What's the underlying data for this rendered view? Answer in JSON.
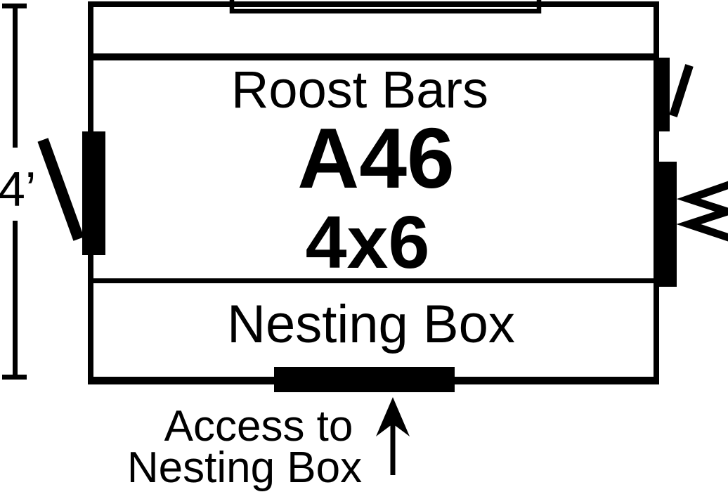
{
  "colors": {
    "ink": "#000000",
    "background": "#ffffff"
  },
  "plan": {
    "unit_id": "A46",
    "unit_size": "4x6",
    "left_dimension": "4’",
    "areas": {
      "roost": "Roost Bars",
      "nesting": "Nesting Box"
    },
    "access_note": {
      "line1": "Access to",
      "line2": "Nesting Box"
    },
    "symbols": {
      "left_wall_opening": "door-with-swing",
      "right_wall_opening_top": "door-with-swing",
      "right_wall_opening_bottom": "window-with-zigzag",
      "top_wall_opening": "window-frame",
      "bottom_wall_opening": "access-hatch",
      "arrow": "up-arrow"
    }
  }
}
